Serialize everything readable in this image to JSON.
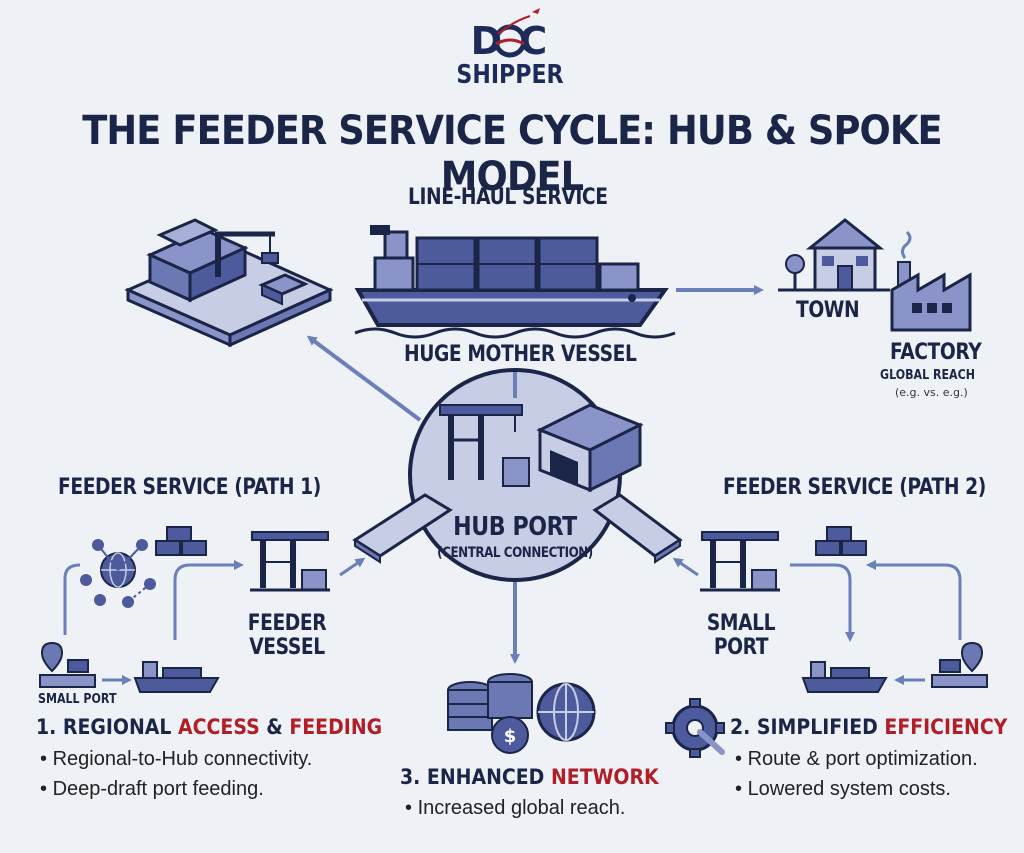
{
  "logo": {
    "line1": "DOC",
    "line2": "SHIPPER"
  },
  "title": "THE FEEDER SERVICE CYCLE: HUB & SPOKE MODEL",
  "line_haul": "LINE-HAUL SERVICE",
  "mother_vessel": "HUGE MOTHER VESSEL",
  "town": "TOWN",
  "factory": "FACTORY",
  "global_reach": "GLOBAL REACH",
  "eg_note": "(e.g. vs. e.g.)",
  "hub": {
    "name": "HUB PORT",
    "sub": "(CENTRAL CONNECTION)"
  },
  "feeder_path1": "FEEDER SERVICE (PATH 1)",
  "feeder_path2": "FEEDER SERVICE (PATH 2)",
  "feeder_vessel": {
    "line1": "FEEDER",
    "line2": "VESSEL"
  },
  "small_port_right": {
    "line1": "SMALL",
    "line2": "PORT"
  },
  "small_port_left": "SMALL PORT",
  "section1": {
    "prefix": "1. REGIONAL ",
    "red1": "ACCESS",
    "mid": " & ",
    "red2": "FEEDING",
    "bullets": [
      "Regional-to-Hub connectivity.",
      "Deep-draft port feeding."
    ]
  },
  "section2": {
    "prefix": "2. SIMPLIFIED ",
    "red": "EFFICIENCY",
    "bullets": [
      "Route & port optimization.",
      "Lowered system costs."
    ]
  },
  "section3": {
    "prefix": "3. ENHANCED ",
    "red": "NETWORK",
    "bullets": [
      "Increased global reach."
    ]
  },
  "colors": {
    "navy": "#1b2547",
    "accent_red": "#b01e28",
    "icon_blue": "#6b78b4",
    "arrow": "#6b7fb8"
  }
}
